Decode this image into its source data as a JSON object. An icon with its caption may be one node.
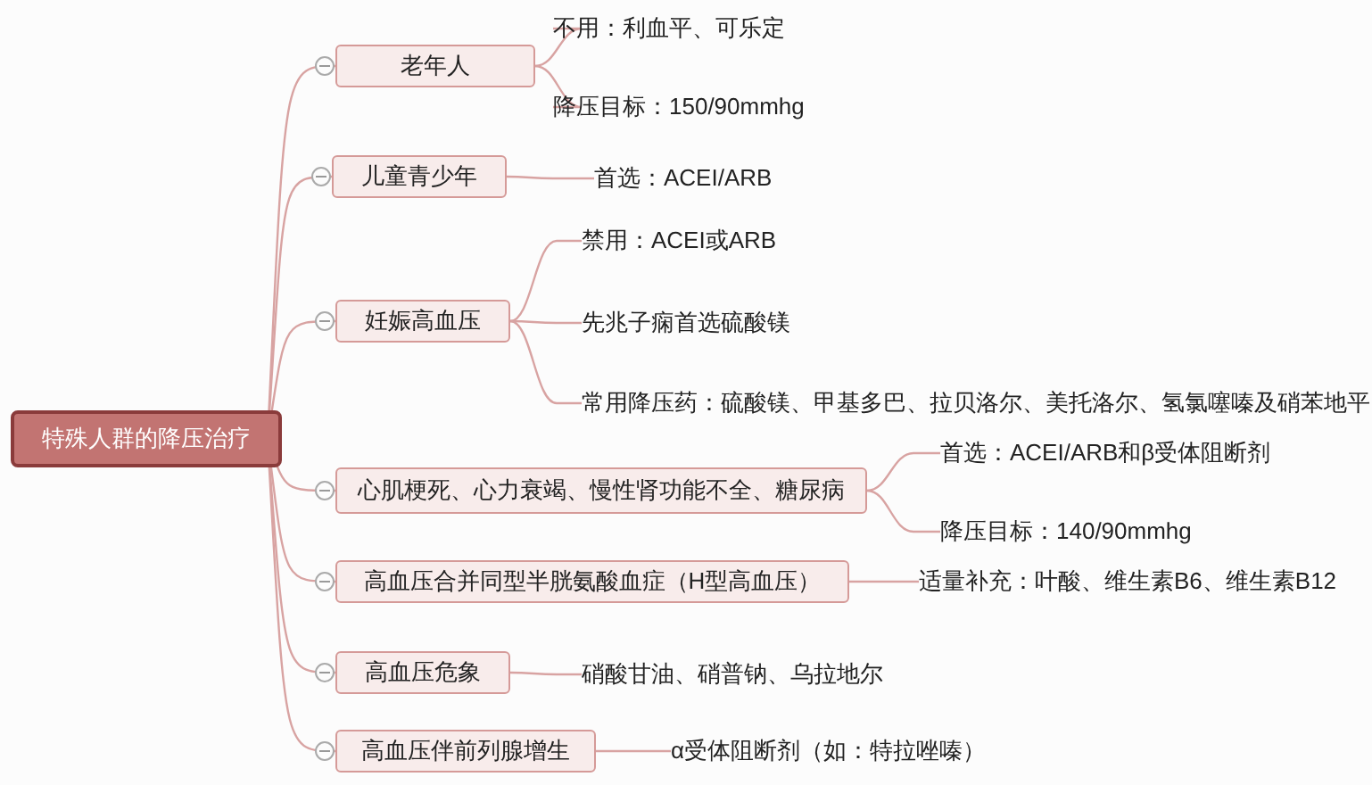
{
  "diagram": {
    "nodes": [
      {
        "text": [
          "特殊人群的降压治疗"
        ]
      },
      {
        "text": [
          "老年人"
        ]
      },
      {
        "text": [
          "不用：利血平、可乐定"
        ]
      },
      {
        "text": [
          "降压目标：150/90mmhg"
        ]
      },
      {
        "text": [
          "儿童青少年"
        ]
      },
      {
        "text": [
          "首选：ACEI/ARB"
        ]
      },
      {
        "text": [
          "妊娠高血压"
        ]
      },
      {
        "text": [
          "禁用：ACEI或ARB"
        ]
      },
      {
        "text": [
          "先兆子痫首选硫酸镁"
        ]
      },
      {
        "text": [
          "常用降压药：硫酸镁、甲基多巴、拉贝洛尔、美托洛尔、氢氯噻嗪及硝苯地平"
        ]
      },
      {
        "text": [
          "心肌梗死、心力衰竭、慢性肾功能不全、糖尿病"
        ]
      },
      {
        "text": [
          "首选：ACEI/ARB和β受体阻断剂"
        ]
      },
      {
        "text": [
          "降压目标：140/90mmhg"
        ]
      },
      {
        "text": [
          "高血压合并同型半胱氨酸血症（H型高血压）"
        ]
      },
      {
        "text": [
          "适量补充：叶酸、维生素B6、维生素B12"
        ]
      },
      {
        "text": [
          "高血压危象"
        ]
      },
      {
        "text": [
          "硝酸甘油、硝普钠、乌拉地尔"
        ]
      },
      {
        "text": [
          "高血压伴前列腺增生"
        ]
      },
      {
        "text": [
          "α受体阻断剂（如：特拉唑嗪）"
        ]
      }
    ],
    "edges": [
      {
        "from": 0,
        "to": 1,
        "arrow": "none"
      },
      {
        "from": 1,
        "to": 2,
        "arrow": "none"
      },
      {
        "from": 1,
        "to": 3,
        "arrow": "none"
      },
      {
        "from": 0,
        "to": 4,
        "arrow": "none"
      },
      {
        "from": 4,
        "to": 5,
        "arrow": "none"
      },
      {
        "from": 0,
        "to": 6,
        "arrow": "none"
      },
      {
        "from": 6,
        "to": 7,
        "arrow": "none"
      },
      {
        "from": 6,
        "to": 8,
        "arrow": "none"
      },
      {
        "from": 6,
        "to": 9,
        "arrow": "none"
      },
      {
        "from": 0,
        "to": 10,
        "arrow": "none"
      },
      {
        "from": 10,
        "to": 11,
        "arrow": "none"
      },
      {
        "from": 10,
        "to": 12,
        "arrow": "none"
      },
      {
        "from": 0,
        "to": 13,
        "arrow": "none"
      },
      {
        "from": 13,
        "to": 14,
        "arrow": "none"
      },
      {
        "from": 0,
        "to": 15,
        "arrow": "none"
      },
      {
        "from": 15,
        "to": 16,
        "arrow": "none"
      },
      {
        "from": 0,
        "to": 17,
        "arrow": "none"
      },
      {
        "from": 17,
        "to": 18,
        "arrow": "none"
      }
    ]
  }
}
